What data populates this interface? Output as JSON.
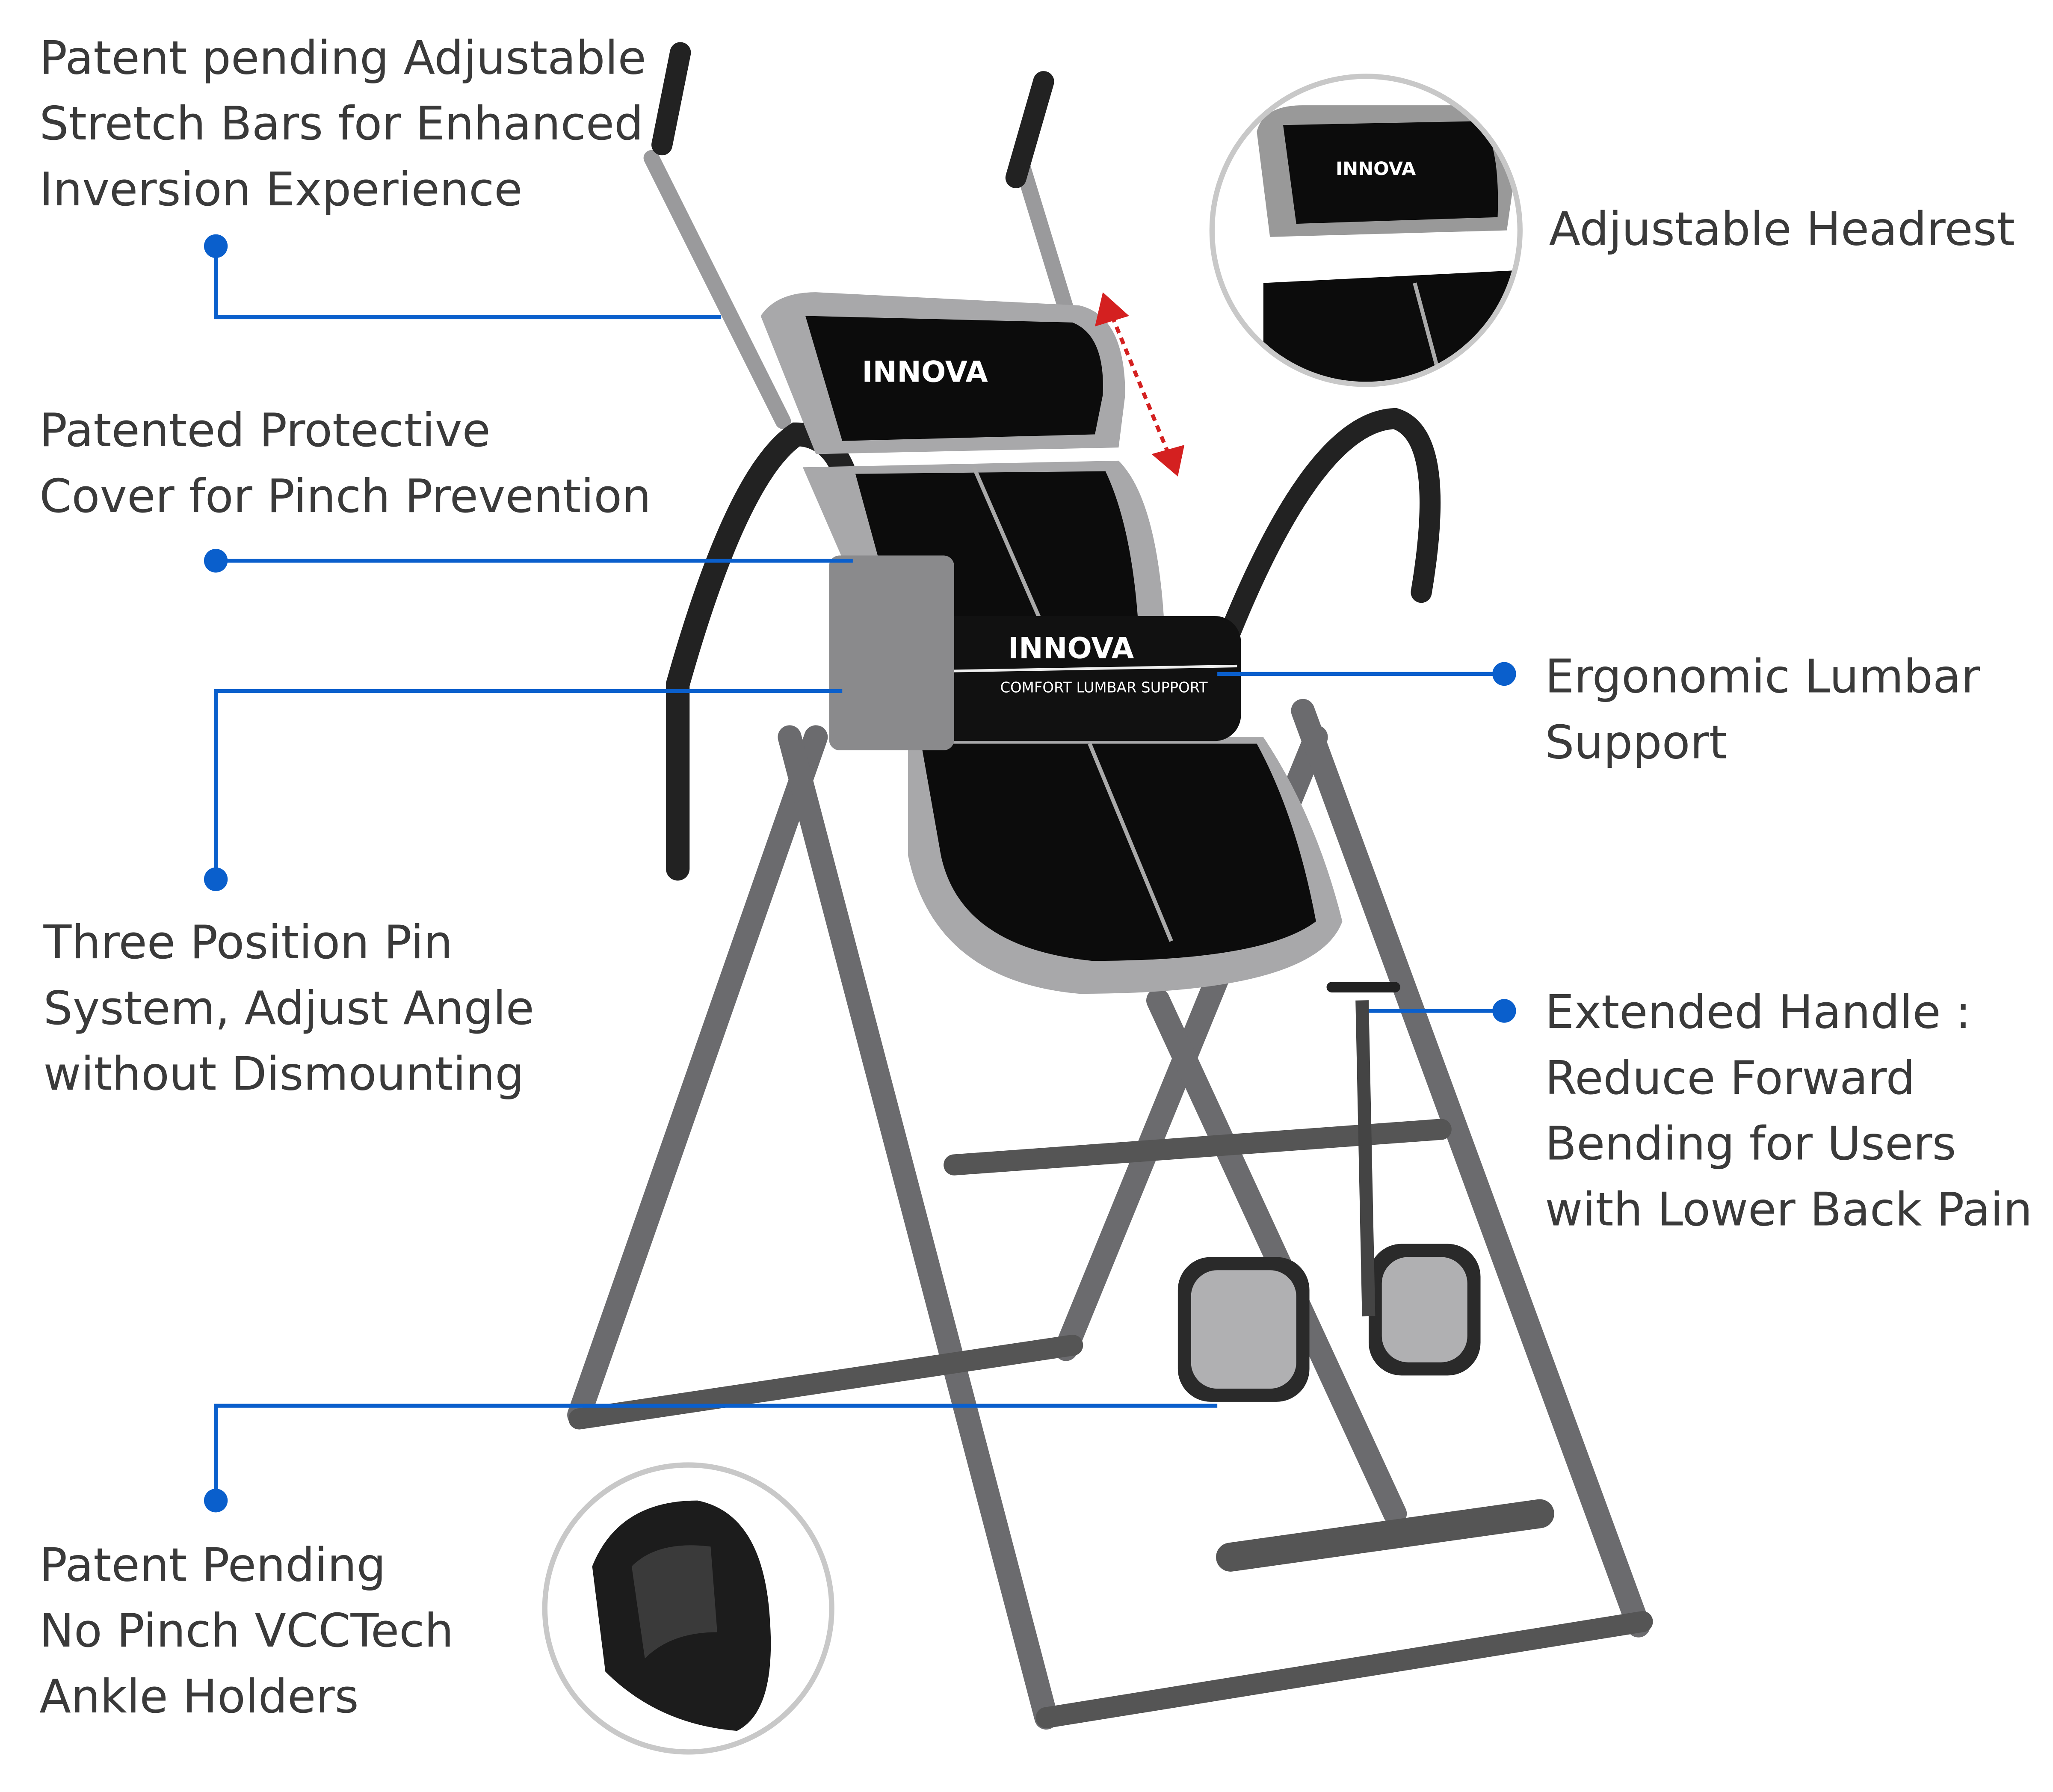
{
  "brand": {
    "logo": "INNOVA",
    "lumbar_caption": "COMFORT LUMBAR SUPPORT"
  },
  "callouts": {
    "stretch_bars": {
      "lines": [
        "Patent pending Adjustable",
        "Stretch Bars for Enhanced",
        "Inversion Experience"
      ]
    },
    "protective_cover": {
      "lines": [
        "Patented Protective",
        "Cover for Pinch Prevention"
      ]
    },
    "pin_system": {
      "lines": [
        "Three Position Pin",
        "System, Adjust Angle",
        "without Dismounting"
      ]
    },
    "ankle_holders": {
      "lines": [
        "Patent Pending",
        "No Pinch VCCTech",
        "Ankle Holders"
      ]
    },
    "headrest": {
      "lines": [
        "Adjustable Headrest"
      ]
    },
    "lumbar": {
      "lines": [
        "Ergonomic Lumbar",
        "Support"
      ]
    },
    "handle": {
      "lines": [
        "Extended Handle :",
        "Reduce Forward",
        "Bending for Users",
        "with Lower Back Pain"
      ]
    }
  },
  "colors": {
    "callout_line": "#0a5fcc",
    "text": "#3a3a3a",
    "arrow": "#d42020",
    "frame": "#6b6b6e"
  }
}
